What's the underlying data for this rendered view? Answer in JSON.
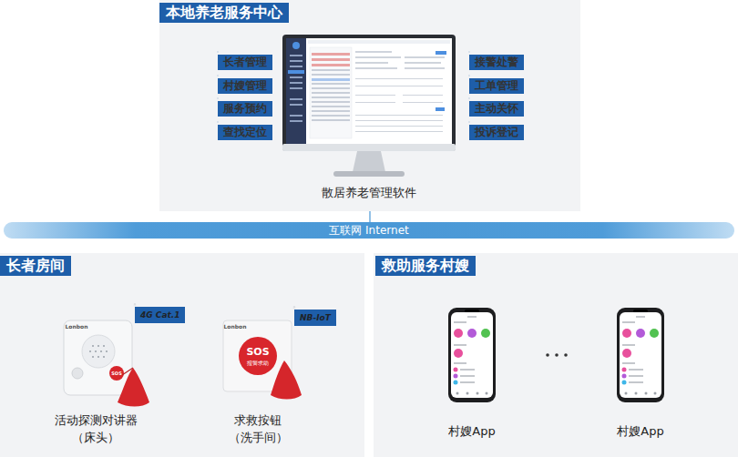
{
  "diagram": {
    "nodes": [
      {
        "text": [
          "本地养老服务中心"
        ]
      },
      {
        "text": [
          "长者管理"
        ],
        "in": 0
      },
      {
        "text": [
          "接警处警"
        ],
        "in": 0
      },
      {
        "text": [
          "村嫂管理"
        ],
        "in": 0
      },
      {
        "text": [
          "工单管理"
        ],
        "in": 0
      },
      {
        "text": [
          "服务预约"
        ],
        "in": 0
      },
      {
        "text": [
          "主动关怀"
        ],
        "in": 0
      },
      {
        "text": [
          "查找定位"
        ],
        "in": 0
      },
      {
        "text": [
          "投诉登记"
        ],
        "in": 0
      },
      {
        "text": [
          "互联网 Internet"
        ]
      },
      {
        "text": [
          "长者房间"
        ]
      },
      {
        "text": [
          "4G Cat.1"
        ],
        "in": 10
      },
      {
        "text": [
          "NB-IoT"
        ],
        "in": 10
      },
      {
        "text": [
          "救助服务村嫂"
        ]
      }
    ],
    "edges": [
      {
        "from": 0,
        "to": 9,
        "arrow": "none"
      }
    ],
    "labels": [
      "散居养老管理软件",
      "Lonbon",
      "SOS",
      "活动探测对讲器",
      "（床头）",
      "Lonbon",
      "SOS",
      "报警求助",
      "求救按钮",
      "（洗手间）",
      "村嫂App",
      "村嫂App"
    ]
  }
}
